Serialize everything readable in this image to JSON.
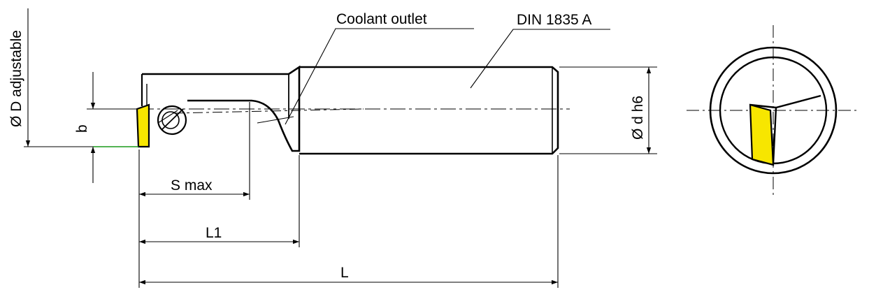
{
  "labels": {
    "coolant_outlet": "Coolant outlet",
    "din": "DIN 1835 A",
    "diameter_d_adjustable": "Ø D adjustable",
    "b": "b",
    "s_max": "S max",
    "l1": "L1",
    "l": "L",
    "diameter_d_h6": "Ø d  h6"
  },
  "colors": {
    "insert": "#f7e600",
    "edge_line": "#1a9a1a",
    "stroke": "#000000"
  }
}
